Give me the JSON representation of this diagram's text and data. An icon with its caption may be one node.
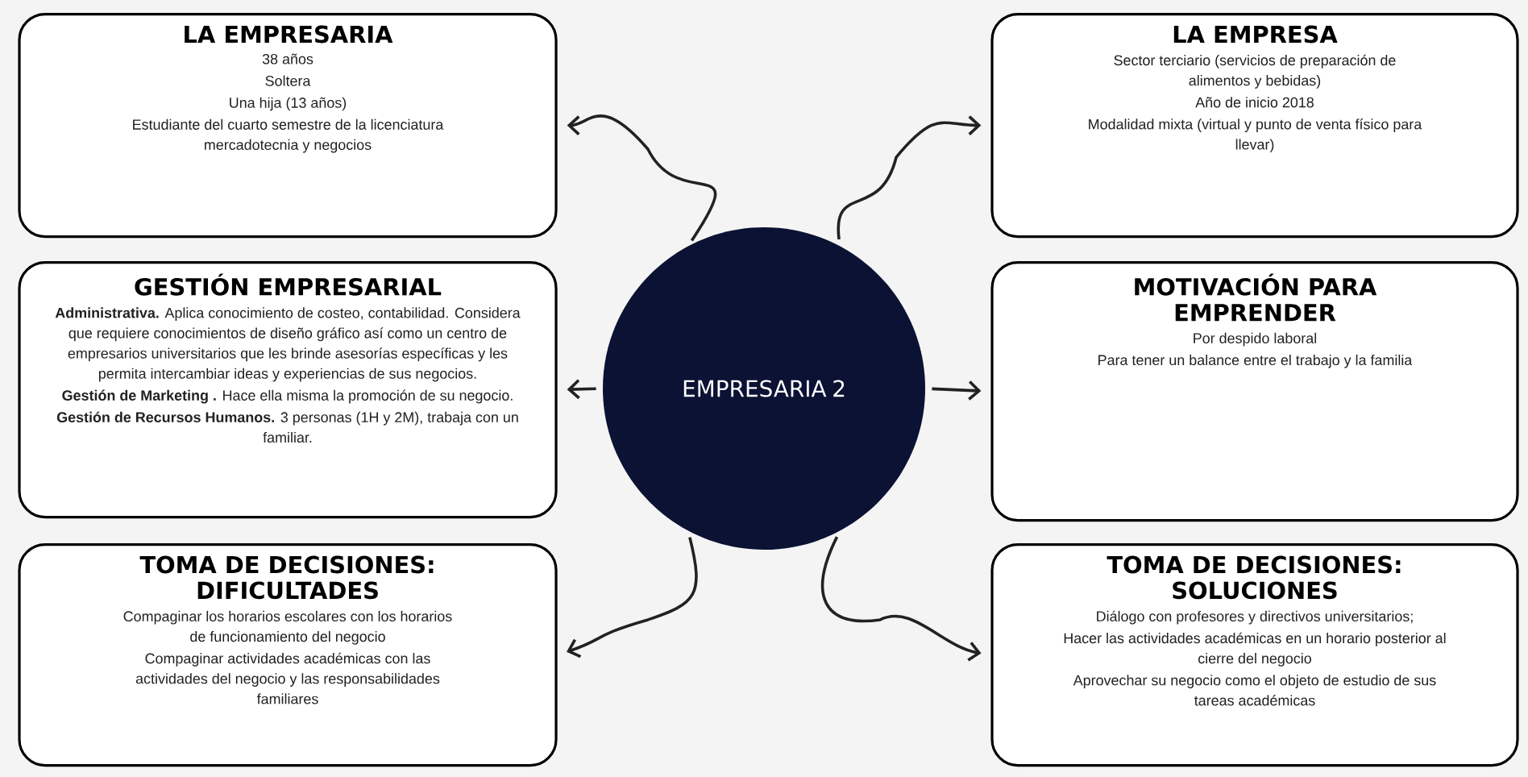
{
  "diagram": {
    "nodes": [
      {
        "text": [
          "LA EMPRESARIA",
          "38 años",
          "Soltera",
          "Una hija (13 años)",
          "Estudiante del cuarto semestre de la licenciatura mercadotecnia y negocios"
        ]
      },
      {
        "text": [
          "LA EMPRESA",
          "Sector terciario (servicios  de  preparación de alimentos y bebidas)",
          "Año de inicio 2018",
          "Modalidad mixta (virtual y punto de venta físico para llevar)"
        ]
      },
      {
        "text": [
          "GESTIÓN EMPRESARIAL",
          "**Administrativa.** Aplica conocimiento de costeo, contabilidad. Considera que requiere conocimientos de diseño gráfico así como un centro de empresarios universitarios que les brinde asesorías específicas y les permita intercambiar ideas y experiencias de sus negocios.",
          "**Gestión de Marketing .** Hace ella misma la promoción de su negocio.",
          "**Gestión de Recursos Humanos.** 3 personas (1H y 2M), trabaja con un familiar."
        ]
      },
      {
        "text": [
          "EMPRESARIA 2"
        ]
      },
      {
        "text": [
          "MOTIVACIÓN PARA EMPRENDER",
          "Por despido laboral",
          "Para tener un balance entre el trabajo y la familia"
        ]
      },
      {
        "text": [
          "TOMA DE DECISIONES: DIFICULTADES",
          "Compaginar los horarios escolares con los horarios de funcionamiento del negocio",
          "Compaginar actividades académicas con las actividades del negocio y las responsabilidades familiares"
        ]
      },
      {
        "text": [
          "TOMA DE DECISIONES: SOLUCIONES",
          "Diálogo con profesores y directivos universitarios;",
          "Hacer las actividades académicas en un horario posterior al cierre del negocio",
          "Aprovechar su negocio como el objeto de estudio de sus tareas académicas"
        ]
      }
    ],
    "edges": [
      {
        "from": 3,
        "to": 0,
        "arrow": "to"
      },
      {
        "from": 3,
        "to": 1,
        "arrow": "to"
      },
      {
        "from": 3,
        "to": 2,
        "arrow": "to"
      },
      {
        "from": 3,
        "to": 4,
        "arrow": "to"
      },
      {
        "from": 3,
        "to": 5,
        "arrow": "to"
      },
      {
        "from": 3,
        "to": 6,
        "arrow": "to"
      }
    ]
  }
}
